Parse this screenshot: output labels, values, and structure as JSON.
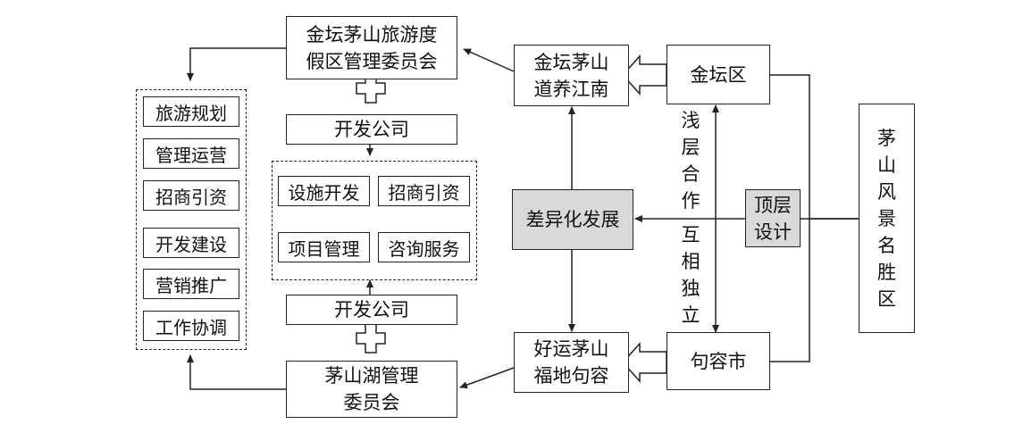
{
  "boxes": {
    "jintan_committee": "金坛茅山旅游度假区管理委员会",
    "jintan_committee_l1": "金坛茅山旅游度",
    "jintan_committee_l2": "假区管理委员会",
    "dev_company_top": "开发公司",
    "dev_company_bottom": "开发公司",
    "maoshan_lake_l1": "茅山湖管理",
    "maoshan_lake_l2": "委员会",
    "jintan_brand_l1": "金坛茅山",
    "jintan_brand_l2": "道养江南",
    "jurong_brand_l1": "好运茅山",
    "jurong_brand_l2": "福地句容",
    "differentiation": "差异化发展",
    "jintan_district": "金坛区",
    "jurong_city": "句容市",
    "top_design_l1": "顶层",
    "top_design_l2": "设计",
    "scenic_area": [
      "茅",
      "山",
      "风",
      "景",
      "名",
      "胜",
      "区"
    ]
  },
  "left_functions": [
    "旅游规划",
    "管理运营",
    "招商引资",
    "开发建设",
    "营销推广",
    "工作协调"
  ],
  "center_functions": [
    "设施开发",
    "招商引资",
    "项目管理",
    "咨询服务"
  ],
  "vertical_labels": {
    "upper": [
      "浅",
      "层",
      "合",
      "作"
    ],
    "lower": [
      "互",
      "相",
      "独",
      "立"
    ]
  }
}
